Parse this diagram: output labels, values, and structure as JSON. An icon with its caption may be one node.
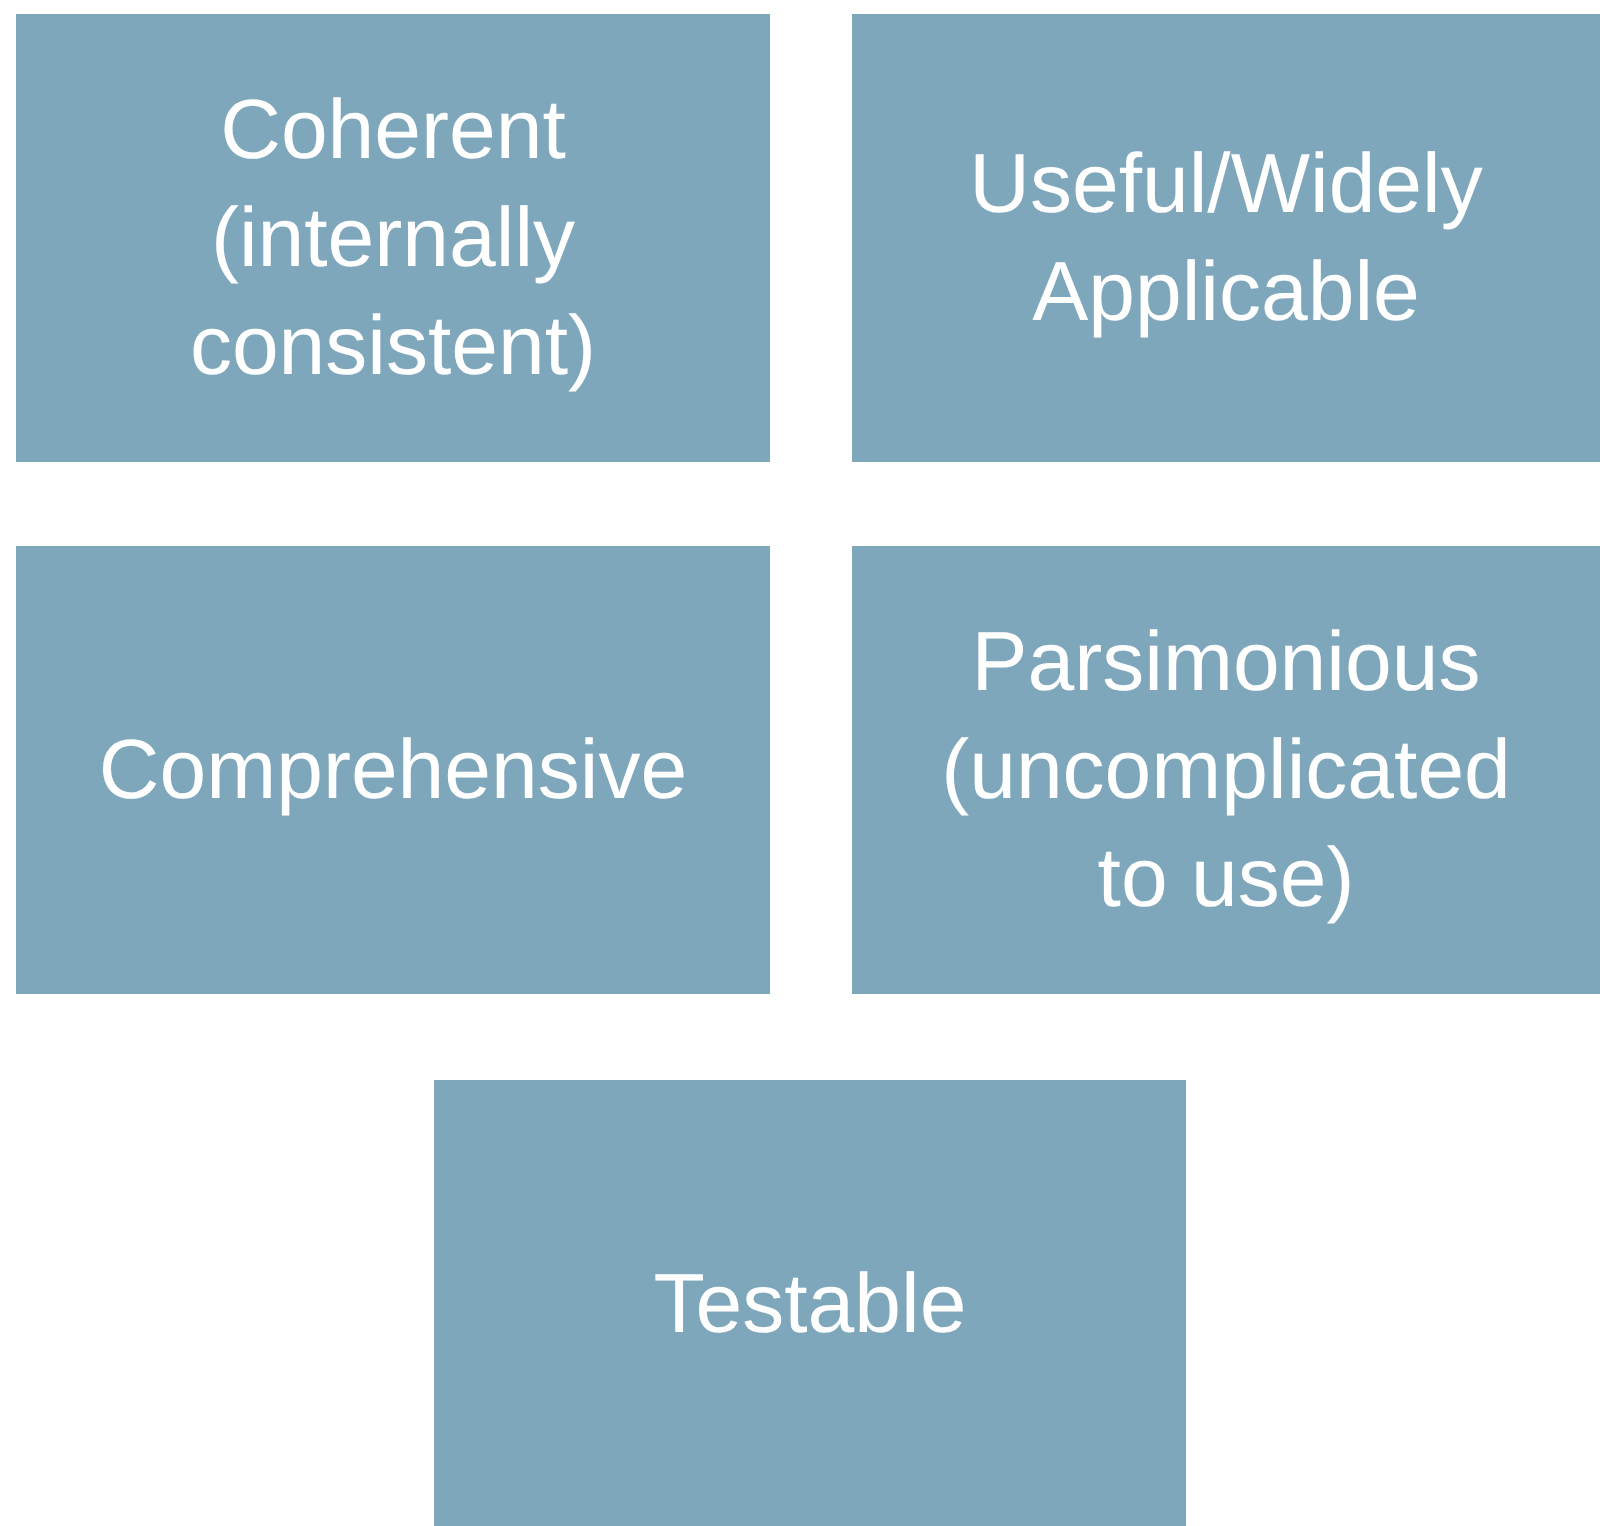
{
  "diagram": {
    "nodes": [
      {
        "text": [
          "Coherent (internally consistent)"
        ]
      },
      {
        "text": [
          "Useful/Widely Applicable"
        ]
      },
      {
        "text": [
          "Comprehensive"
        ]
      },
      {
        "text": [
          "Parsimonious (uncomplicated to use)"
        ]
      },
      {
        "text": [
          "Testable"
        ]
      }
    ]
  }
}
